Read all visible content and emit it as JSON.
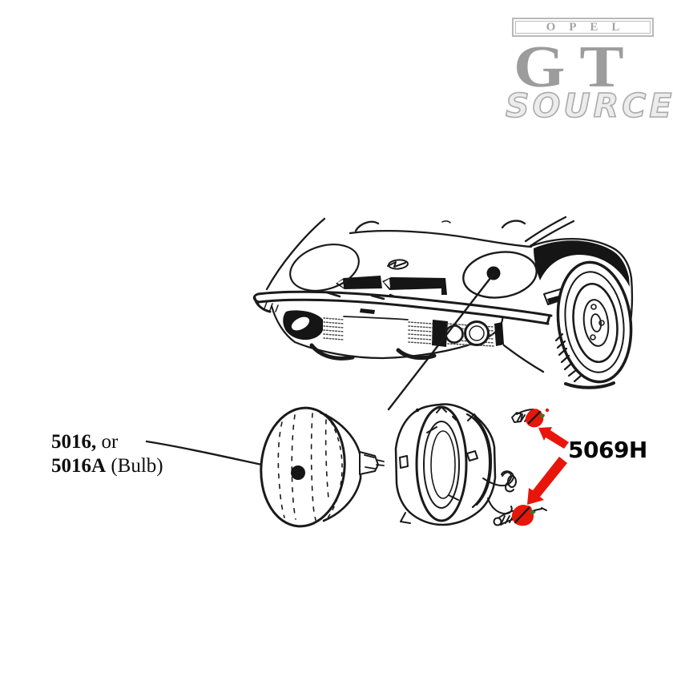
{
  "brand": {
    "opel_badge": "OPEL",
    "model": "GT",
    "source": "SOURCE"
  },
  "parts": {
    "bulb": {
      "primary": "5016,",
      "primary_suffix": " or",
      "alternate": "5016A",
      "alternate_suffix": " (Bulb)"
    },
    "hardware": {
      "number": "5069H"
    }
  },
  "colors": {
    "arrow_red": "#e8150b",
    "screw_green": "#2f7d22",
    "logo_gray": "#9c9c9c",
    "ink": "#1a1a1a",
    "background": "#ffffff"
  },
  "illustration": {
    "scene": "opel-gt-front-end-line-drawing",
    "components": [
      "car-front-three-quarter-view",
      "sealed-beam-headlight-bulb",
      "headlight-bucket-assembly",
      "two-retaining-screws"
    ]
  }
}
